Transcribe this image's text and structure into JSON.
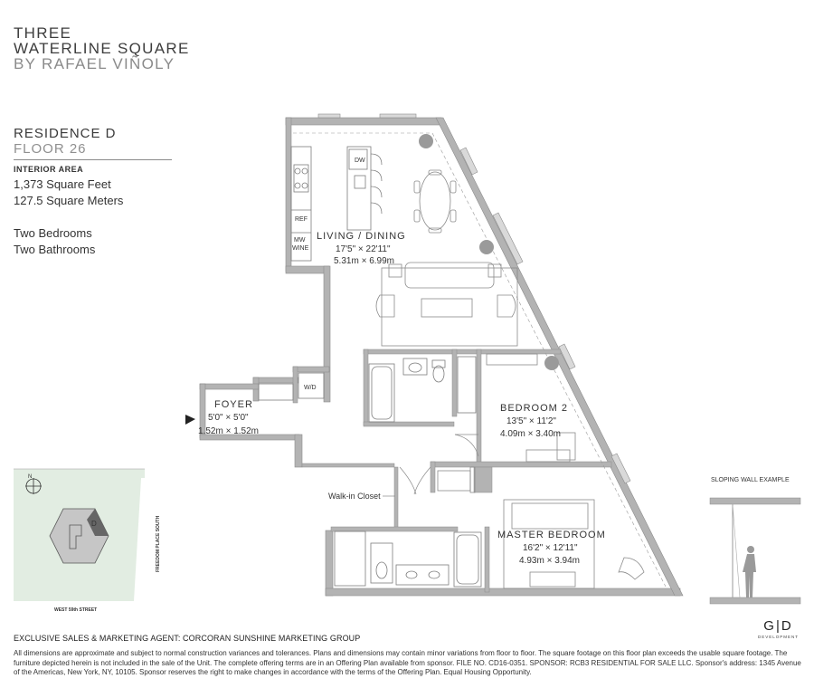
{
  "building": {
    "line1": "THREE",
    "line2": "WATERLINE SQUARE",
    "line3": "BY RAFAEL VIÑOLY"
  },
  "residence": {
    "name": "RESIDENCE D",
    "floor": "FLOOR 26",
    "interior_label": "INTERIOR AREA",
    "sqft": "1,373 Square Feet",
    "sqm": "127.5 Square Meters",
    "bedrooms": "Two Bedrooms",
    "bathrooms": "Two Bathrooms"
  },
  "rooms": {
    "living": {
      "name": "LIVING / DINING",
      "imperial": "17'5\" × 22'11\"",
      "metric": "5.31m × 6.99m"
    },
    "foyer": {
      "name": "FOYER",
      "imperial": "5'0\" × 5'0\"",
      "metric": "1.52m × 1.52m"
    },
    "bedroom2": {
      "name": "BEDROOM 2",
      "imperial": "13'5\" × 11'2\"",
      "metric": "4.09m × 3.40m"
    },
    "master": {
      "name": "MASTER BEDROOM",
      "imperial": "16'2\" × 12'11\"",
      "metric": "4.93m × 3.94m"
    },
    "walkin": "Walk-in Closet"
  },
  "fixtures": {
    "dw": "DW",
    "ref": "REF",
    "mw": "MW",
    "wine": "WINE",
    "wd": "W/D"
  },
  "key_plan": {
    "unit": "D",
    "north": "N",
    "street_bottom": "WEST 59th STREET",
    "street_right": "FREEDOM PLACE SOUTH"
  },
  "sloping_wall": "SLOPING WALL EXAMPLE",
  "agent": "EXCLUSIVE SALES & MARKETING AGENT: CORCORAN SUNSHINE MARKETING GROUP",
  "disclaimer": "All dimensions are approximate and subject to normal construction variances and tolerances. Plans and dimensions may contain minor variations from floor to floor. The square footage on this floor plan exceeds the usable square footage. The furniture depicted herein is not included in the sale of the Unit. The complete offering terms are in an Offering Plan available from sponsor. FILE NO. CD16-0351. SPONSOR: RCB3 RESIDENTIAL FOR SALE LLC. Sponsor's address: 1345 Avenue of the Americas, New York, NY, 10105. Sponsor reserves the right to make changes in accordance with the terms of the Offering Plan. Equal Housing Opportunity.",
  "developer": {
    "mark": "G|D",
    "label": "DEVELOPMENT"
  },
  "colors": {
    "wall": "#b3b3b3",
    "line": "#8c8c8c",
    "keyplan_bg": "#e2ede2",
    "text": "#333333"
  }
}
